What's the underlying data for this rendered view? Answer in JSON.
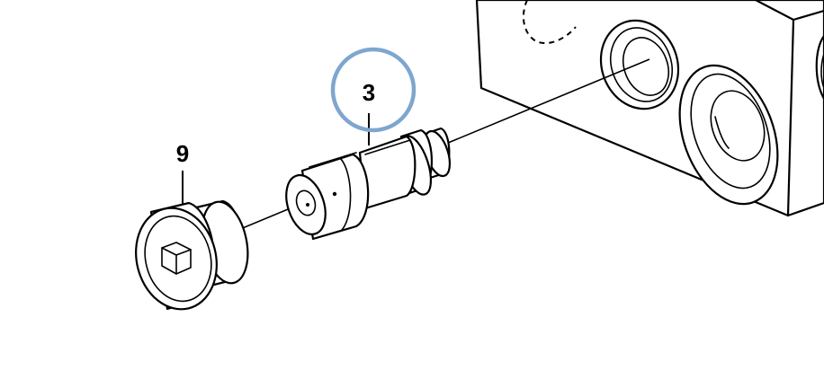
{
  "callouts": [
    {
      "id": "callout-3",
      "label": "3"
    },
    {
      "id": "callout-9",
      "label": "9"
    }
  ],
  "colors": {
    "line": "#000000",
    "highlight": "#7ea6cf",
    "background": "#ffffff"
  }
}
